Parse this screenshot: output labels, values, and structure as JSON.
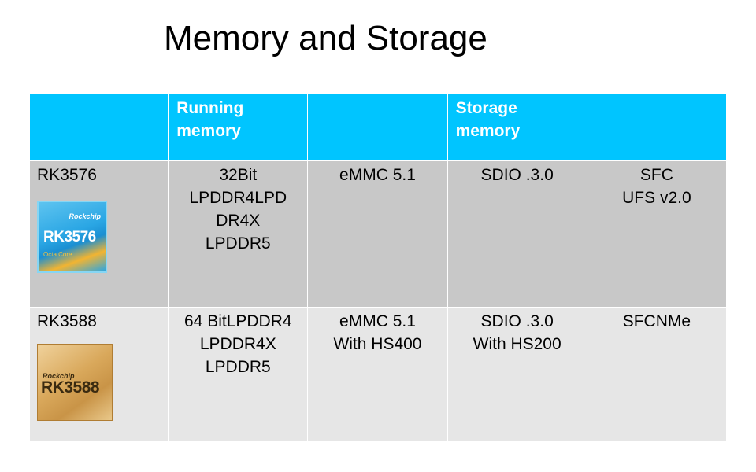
{
  "title": "Memory and Storage",
  "header": {
    "running_memory": [
      "Running",
      "memory"
    ],
    "storage_memory": [
      "Storage",
      "memory"
    ]
  },
  "rows": [
    {
      "name": "RK3576",
      "chip": {
        "brand": "Rockchip",
        "model": "RK3576",
        "sub": "Octa Core"
      },
      "running_memory": [
        "32Bit",
        "LPDDR4LPD",
        "DR4X",
        "LPDDR5"
      ],
      "emmc": [
        "eMMC 5.1"
      ],
      "sdio": [
        "SDIO .3.0"
      ],
      "other": [
        "SFC",
        "UFS v2.0"
      ]
    },
    {
      "name": "RK3588",
      "chip": {
        "brand": "Rockchip",
        "model": "RK3588"
      },
      "running_memory": [
        "64 BitLPDDR4",
        "LPDDR4X",
        "LPDDR5"
      ],
      "emmc": [
        "eMMC 5.1",
        "With HS400"
      ],
      "sdio": [
        "SDIO .3.0",
        "With HS200"
      ],
      "other": [
        "SFCNMe"
      ]
    }
  ],
  "colors": {
    "header_bg": "#00c5ff",
    "row1_bg": "#c8c8c8",
    "row2_bg": "#e6e6e6"
  },
  "icons": {
    "rk3576_chip": "rk3576-chip-icon",
    "rk3588_chip": "rk3588-chip-icon"
  }
}
